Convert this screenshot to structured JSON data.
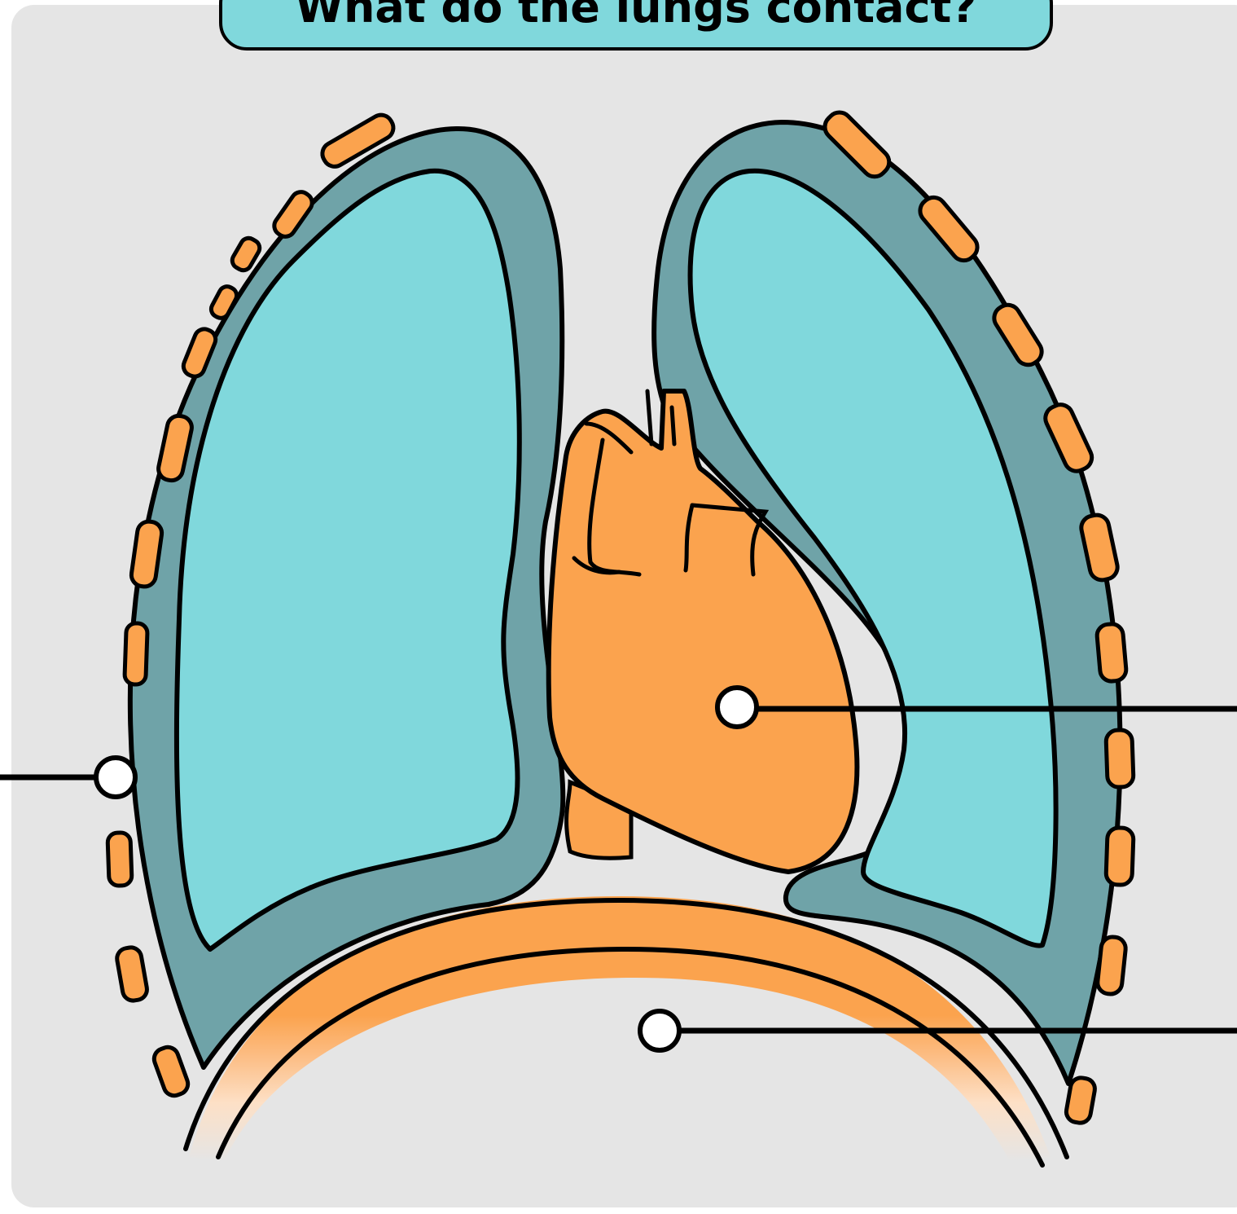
{
  "title": "What do the lungs contact?",
  "colors": {
    "background": "#e5e5e5",
    "title_fill": "#80d8dc",
    "lung": "#80d8dc",
    "pleura": "#6fa3a8",
    "heart": "#fba34e",
    "ribs": "#fba34e",
    "diaphragm": "#fba34e",
    "outline": "#000000",
    "marker": "#ffffff"
  },
  "markers": [
    {
      "name": "ribs-marker",
      "side": "left"
    },
    {
      "name": "heart-marker",
      "side": "right"
    },
    {
      "name": "diaphragm-marker",
      "side": "right"
    }
  ]
}
